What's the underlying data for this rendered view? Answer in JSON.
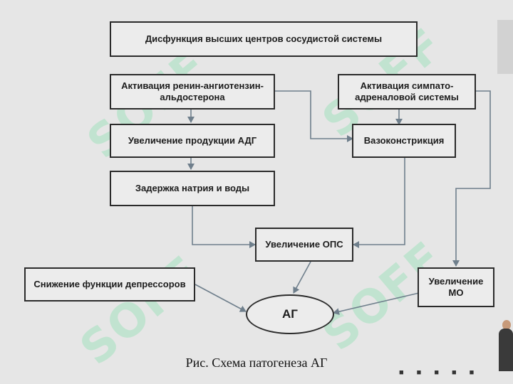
{
  "diagram": {
    "top_box": "Дисфункция высших центров сосудистой системы",
    "raas_box": "Активация ренин-ангиотензин-альдостерона",
    "sympatho_box": "Активация симпато-адреналовой системы",
    "adh_box": "Увеличение продукции АДГ",
    "vasoconstriction_box": "Вазоконстрикция",
    "sodium_box": "Задержка натрия и воды",
    "ops_box": "Увеличение ОПС",
    "depressors_box": "Снижение функции депрессоров",
    "mo_box": "Увеличение МО",
    "ag_ellipse": "АГ"
  },
  "caption": "Рис. Схема патогенеза АГ",
  "watermark": {
    "text": "SOFF",
    "color": "#7fe0a8"
  },
  "colors": {
    "background": "#e6e6e6",
    "box_border": "#2b2b2b",
    "arrow": "#6f7f8c"
  }
}
